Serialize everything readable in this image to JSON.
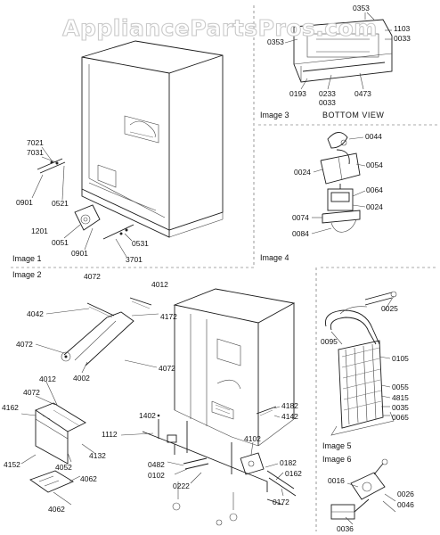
{
  "watermark": "AppliancePartsPros.com",
  "images": {
    "image1": "Image 1",
    "image2": "Image 2",
    "image3": "Image 3",
    "image4": "Image 4",
    "image5": "Image 5",
    "image6": "Image 6"
  },
  "view_labels": {
    "bottom_view": "BOTTOM VIEW"
  },
  "parts": {
    "p7021": "7021",
    "p7031": "7031",
    "p0901a": "0901",
    "p0521": "0521",
    "p1201": "1201",
    "p0051": "0051",
    "p0901b": "0901",
    "p0531": "0531",
    "p3701": "3701",
    "p0353a": "0353",
    "p0353b": "0353",
    "p1103": "1103",
    "p0033a": "0033",
    "p0193": "0193",
    "p0233": "0233",
    "p0033b": "0033",
    "p0473": "0473",
    "p0044": "0044",
    "p0024a": "0024",
    "p0054": "0054",
    "p0064": "0064",
    "p0024b": "0024",
    "p0074": "0074",
    "p0084": "0084",
    "p4072a": "4072",
    "p4012a": "4012",
    "p4042": "4042",
    "p4172": "4172",
    "p4072b": "4072",
    "p4002": "4002",
    "p4072c": "4072",
    "p4012b": "4012",
    "p4072d": "4072",
    "p4162": "4162",
    "p1402": "1402",
    "p4182": "4182",
    "p4142": "4142",
    "p1112": "1112",
    "p4132": "4132",
    "p4152": "4152",
    "p4052": "4052",
    "p4062a": "4062",
    "p4062b": "4062",
    "p0482": "0482",
    "p0102": "0102",
    "p0222": "0222",
    "p4102": "4102",
    "p0182": "0182",
    "p0162": "0162",
    "p0172": "0172",
    "p0025": "0025",
    "p0095": "0095",
    "p0105": "0105",
    "p0055": "0055",
    "p4815": "4815",
    "p0035": "0035",
    "p0065": "0065",
    "p0016": "0016",
    "p0026": "0026",
    "p0046": "0046",
    "p0036": "0036"
  }
}
